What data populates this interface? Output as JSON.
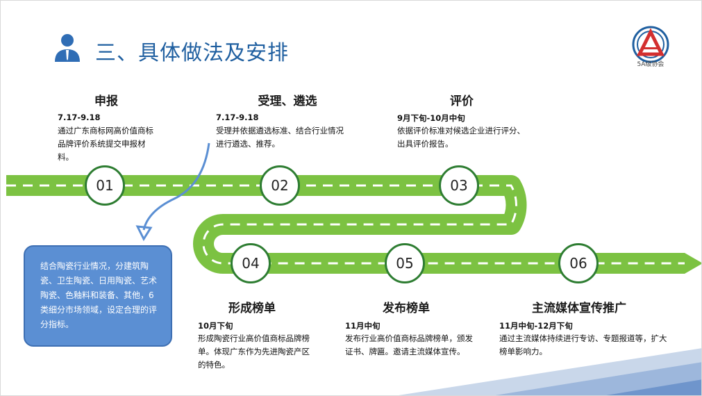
{
  "header": {
    "title": "三、具体做法及安排",
    "logo_text": "5A级协会"
  },
  "steps": [
    {
      "number": "01",
      "title": "申报",
      "date": "7.17-9.18",
      "desc": "通过广东商标网高价值商标品牌评价系统提交申报材料。"
    },
    {
      "number": "02",
      "title": "受理、遴选",
      "date": "7.17-9.18",
      "desc": "受理并依据遴选标准、结合行业情况进行遴选、推荐。"
    },
    {
      "number": "03",
      "title": "评价",
      "date": "9月下旬-10月中旬",
      "desc": "依据评价标准对候选企业进行评分、出具评价报告。"
    },
    {
      "number": "04",
      "title": "形成榜单",
      "date": "10月下旬",
      "desc": "形成陶瓷行业高价值商标品牌榜单。体现广东作为先进陶瓷产区的特色。"
    },
    {
      "number": "05",
      "title": "发布榜单",
      "date": "11月中旬",
      "desc": "发布行业高价值商标品牌榜单，颁发证书、牌匾。邀请主流媒体宣传。"
    },
    {
      "number": "06",
      "title": "主流媒体宣传推广",
      "date": "11月中旬-12月下旬",
      "desc": "通过主流媒体持续进行专访、专题报道等，扩大榜单影响力。"
    }
  ],
  "callout": {
    "text": "结合陶瓷行业情况，分建筑陶瓷、卫生陶瓷、日用陶瓷、艺术陶瓷、色釉料和装备、其他，6类细分市场领域，设定合理的评分指标。"
  },
  "colors": {
    "road": "#7cc242",
    "node_border": "#2e7d32",
    "title": "#1f5fa0",
    "callout": "#5b8fd3"
  }
}
